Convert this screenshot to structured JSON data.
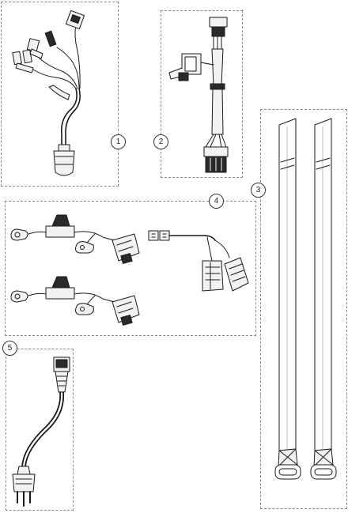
{
  "callouts": {
    "c1": "1",
    "c2": "2",
    "c3": "3",
    "c4": "4",
    "c5": "5"
  },
  "colors": {
    "line": "#1a1a1a",
    "frame": "#8a8a8a",
    "fill_light": "#f2f2f2",
    "fill_dark": "#2a2a2a"
  }
}
